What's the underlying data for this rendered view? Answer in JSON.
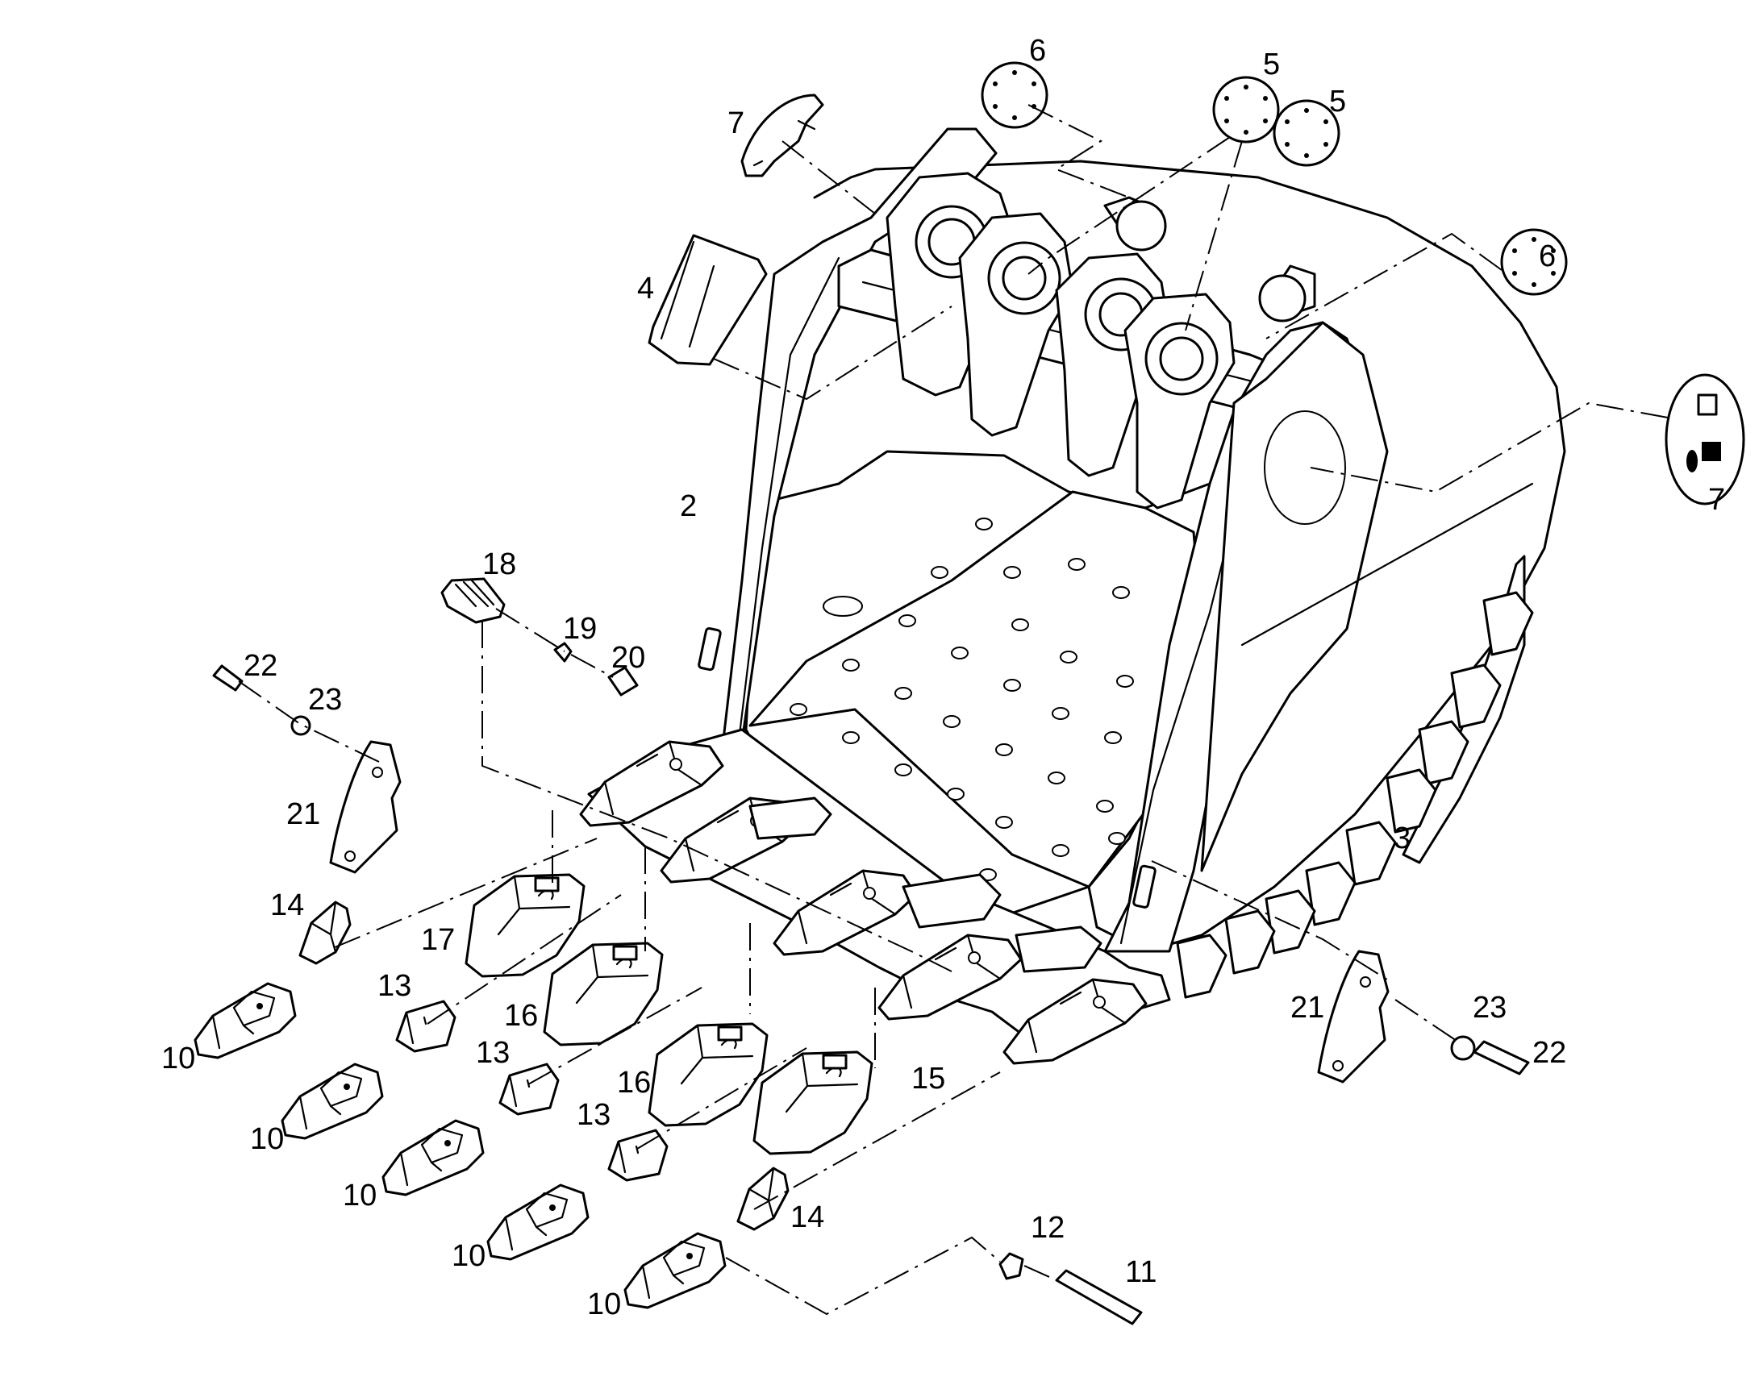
{
  "diagram": {
    "callouts": {
      "c2": "2",
      "c3": "3",
      "c4": "4",
      "c5a": "5",
      "c5b": "5",
      "c6a": "6",
      "c6b": "6",
      "c7a": "7",
      "c7b": "7",
      "c10a": "10",
      "c10b": "10",
      "c10c": "10",
      "c10d": "10",
      "c10e": "10",
      "c11": "11",
      "c12": "12",
      "c13a": "13",
      "c13b": "13",
      "c13c": "13",
      "c14a": "14",
      "c14b": "14",
      "c15": "15",
      "c16a": "16",
      "c16b": "16",
      "c17": "17",
      "c18": "18",
      "c19": "19",
      "c20": "20",
      "c21a": "21",
      "c21b": "21",
      "c22a": "22",
      "c22b": "22",
      "c23a": "23",
      "c23b": "23"
    }
  }
}
